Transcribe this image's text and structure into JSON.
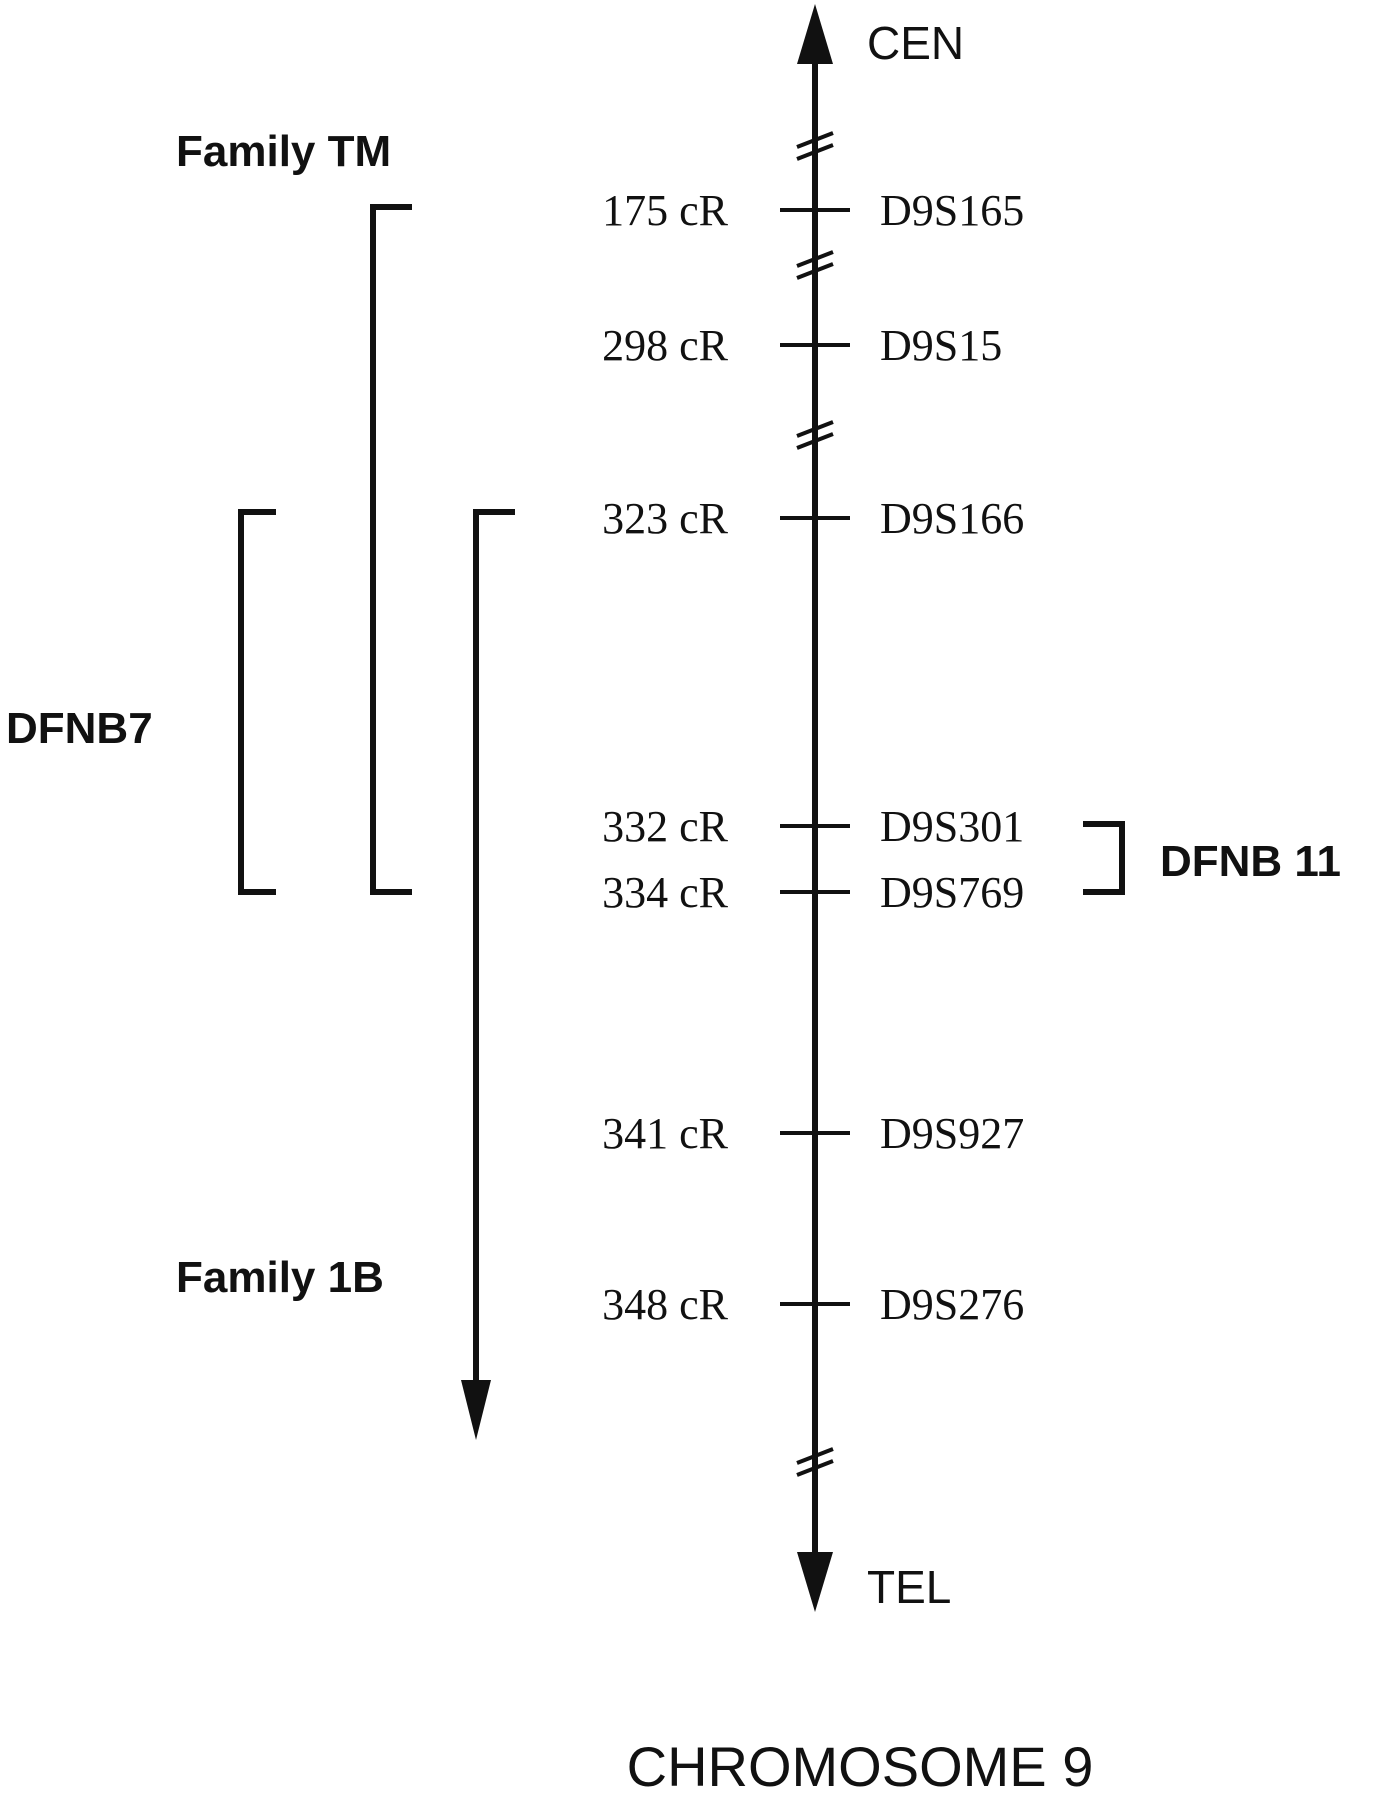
{
  "chromosome": {
    "title": "CHROMOSOME 9",
    "top_end": "CEN",
    "bottom_end": "TEL"
  },
  "markers": [
    {
      "distance": "175 cR",
      "name": "D9S165"
    },
    {
      "distance": "298 cR",
      "name": "D9S15"
    },
    {
      "distance": "323 cR",
      "name": "D9S166"
    },
    {
      "distance": "332 cR",
      "name": "D9S301"
    },
    {
      "distance": "334 cR",
      "name": "D9S769"
    },
    {
      "distance": "341 cR",
      "name": "D9S927"
    },
    {
      "distance": "348 cR",
      "name": "D9S276"
    }
  ],
  "intervals": {
    "family_tm": {
      "label": "Family TM",
      "from": "D9S165",
      "to": "D9S769"
    },
    "dfnb7": {
      "label": "DFNB7",
      "from": "D9S166",
      "to": "D9S769"
    },
    "family_1b": {
      "label": "Family 1B",
      "from": "D9S166",
      "to": "TEL"
    },
    "dfnb11": {
      "label": "DFNB 11",
      "from": "D9S301",
      "to": "D9S769"
    }
  }
}
